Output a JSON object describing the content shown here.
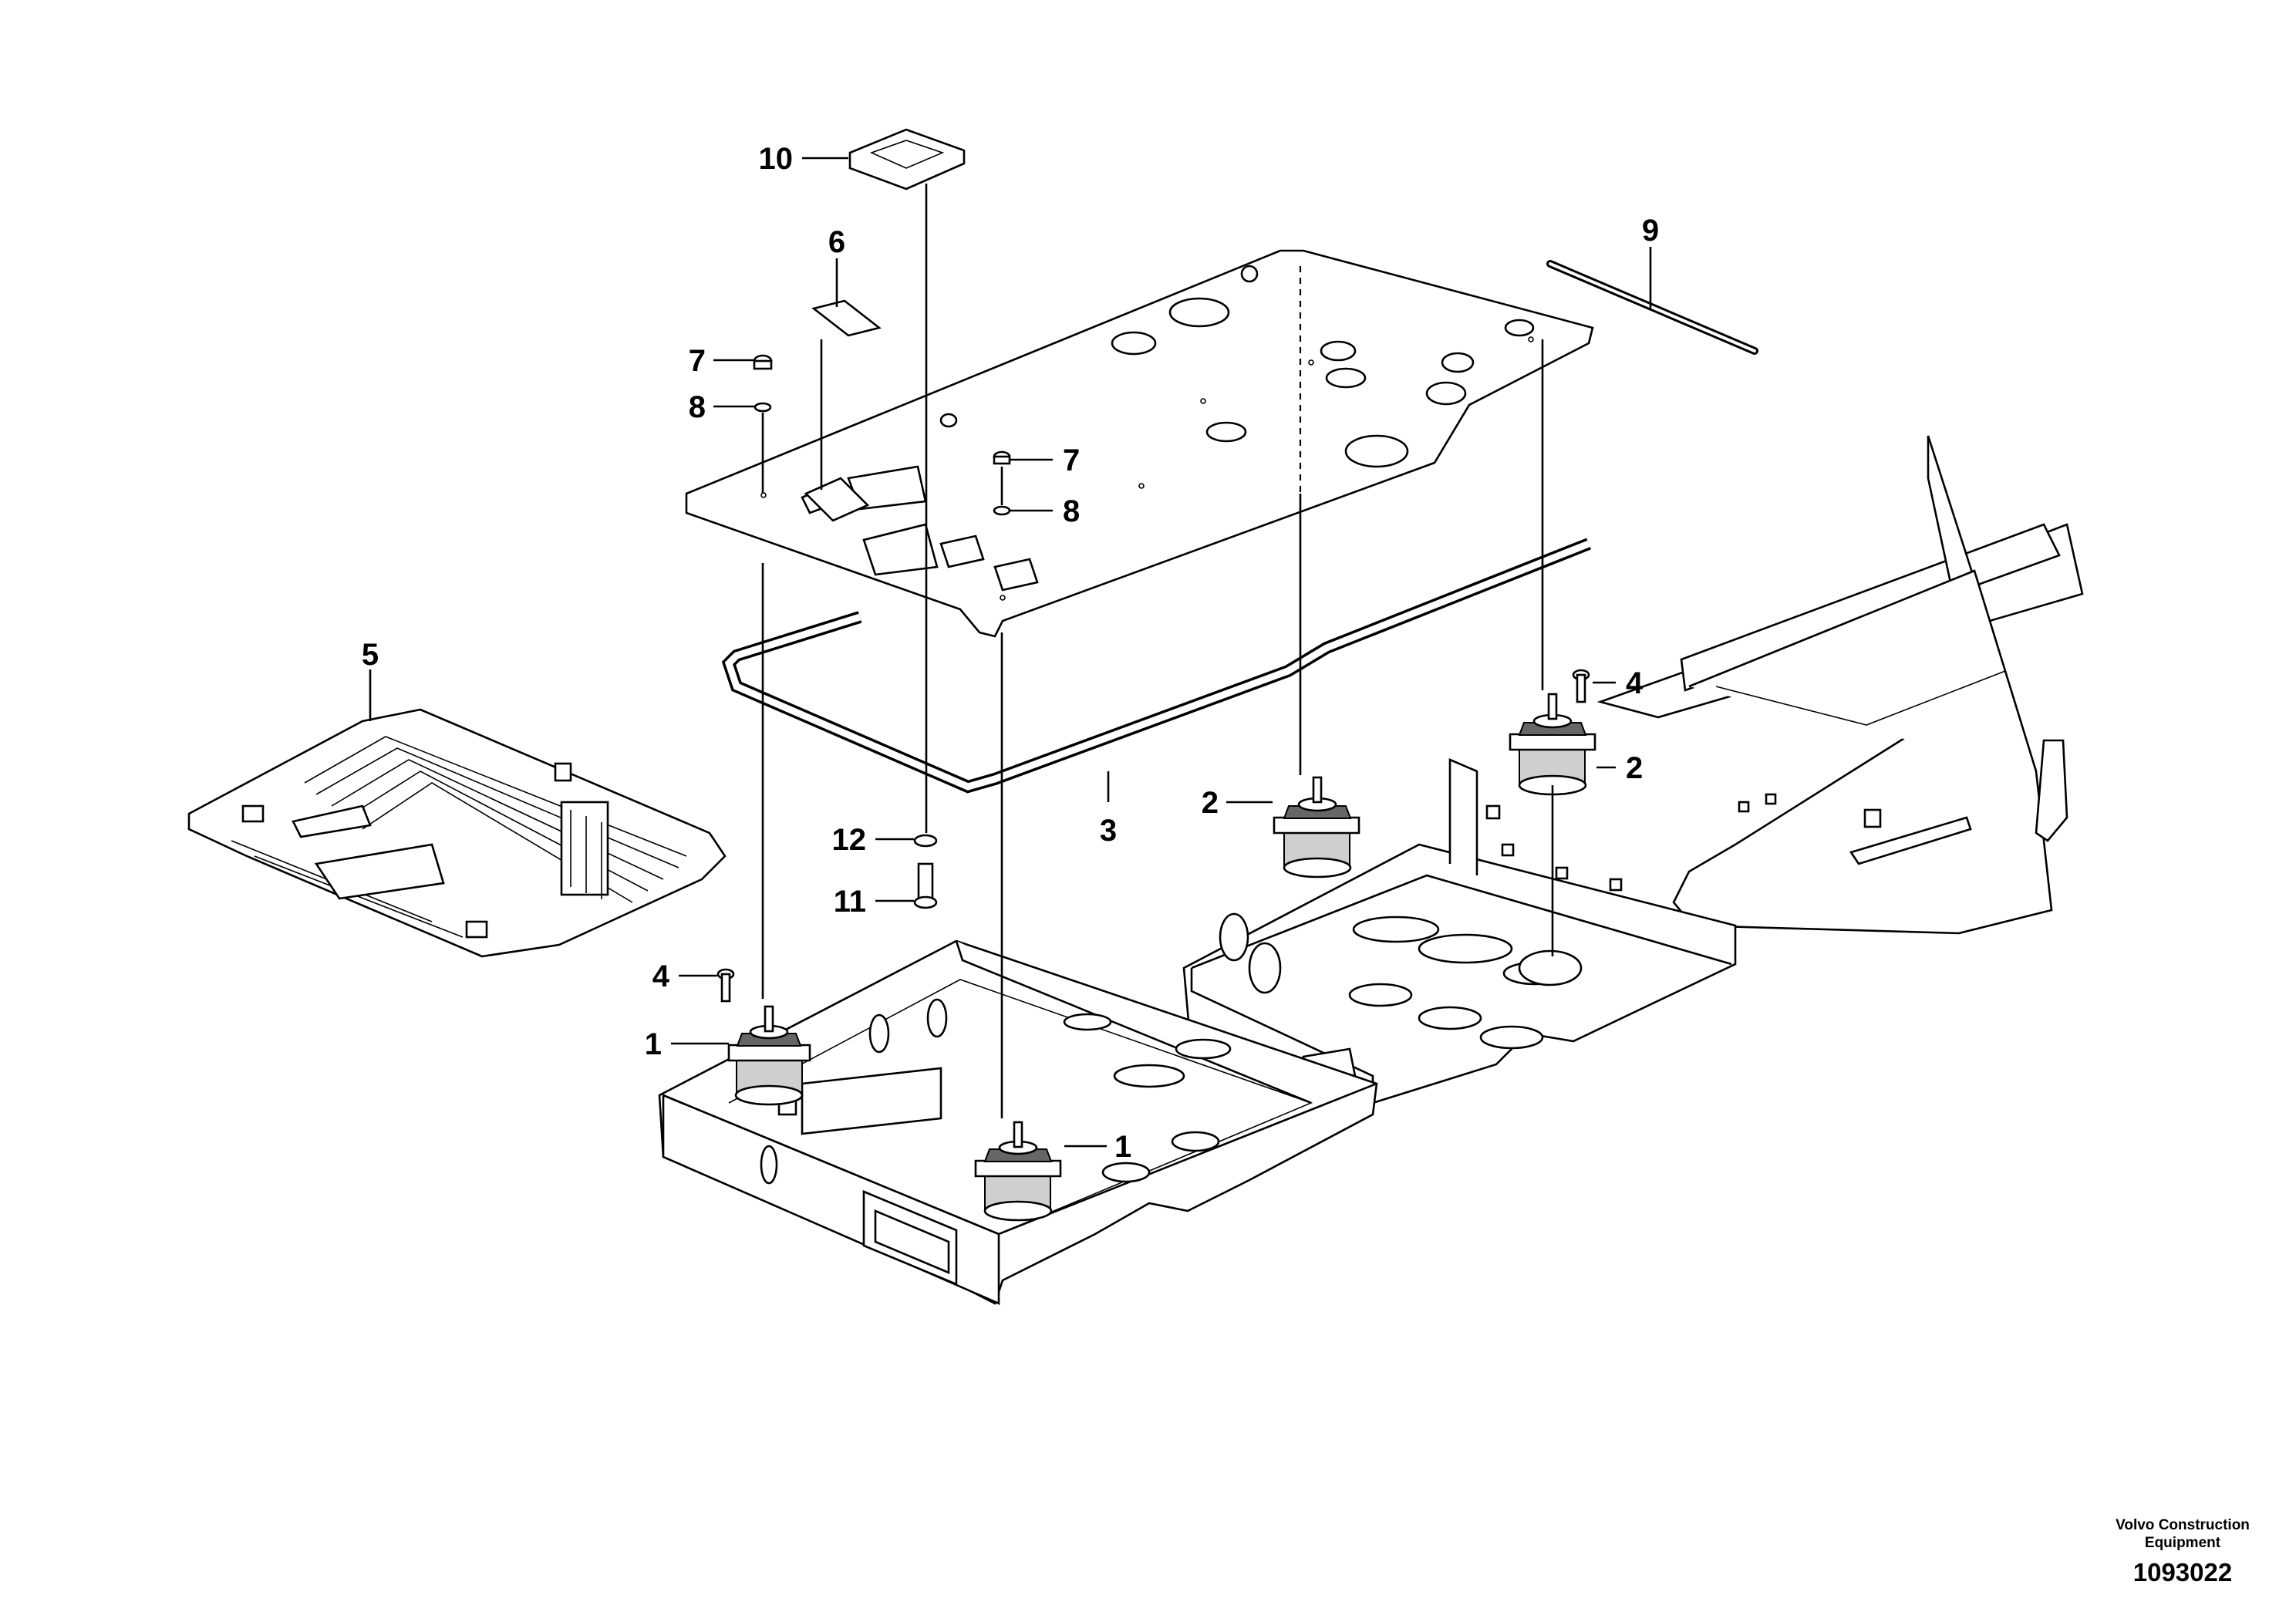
{
  "callouts": {
    "c1_left": "1",
    "c1_right": "1",
    "c2_mid": "2",
    "c2_right": "2",
    "c3": "3",
    "c4_left": "4",
    "c4_right": "4",
    "c5": "5",
    "c6": "6",
    "c7_left": "7",
    "c7_mid": "7",
    "c8_left": "8",
    "c8_mid": "8",
    "c9": "9",
    "c10": "10",
    "c11": "11",
    "c12": "12"
  },
  "footer": {
    "brand_line1": "Volvo Construction",
    "brand_line2": "Equipment",
    "doc_number": "1093022"
  }
}
